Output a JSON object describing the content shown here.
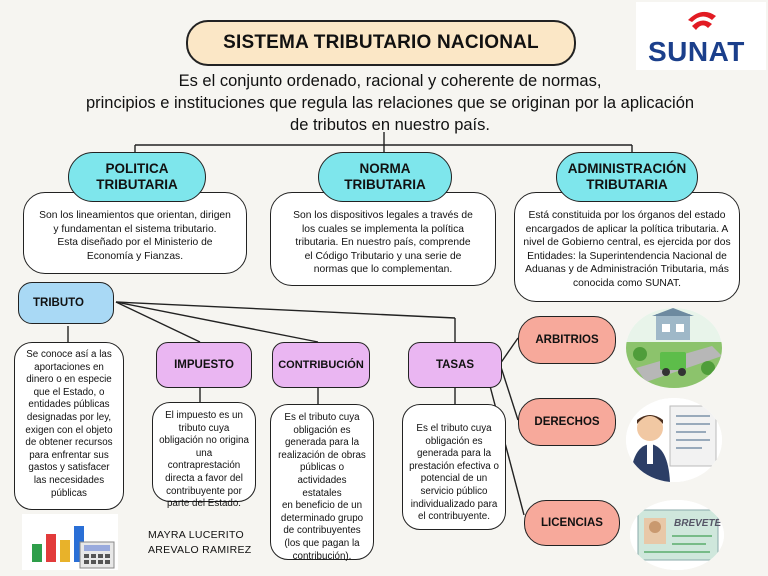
{
  "title": "SISTEMA TRIBUTARIO NACIONAL",
  "logo_text": "SUNAT",
  "intro": [
    "Es el conjunto ordenado, racional y coherente de normas,",
    "principios e instituciones que regula las relaciones que se originan por la aplicación",
    "de tributos en nuestro país."
  ],
  "branches": [
    {
      "label": [
        "POLITICA",
        "TRIBUTARIA"
      ],
      "desc": [
        "Son los lineamientos que orientan, dirigen",
        "y fundamentan el sistema tributario.",
        "Esta diseñado por el Ministerio de",
        "Economía y Fianzas."
      ]
    },
    {
      "label": [
        "NORMA",
        "TRIBUTARIA"
      ],
      "desc": [
        "Son los dispositivos legales a través de",
        "los cuales se implementa la política",
        "tributaria. En nuestro país, comprende",
        "el Código Tributario y una serie de",
        "normas que lo complementan."
      ]
    },
    {
      "label": [
        "ADMINISTRACIÓN",
        "TRIBUTARIA"
      ],
      "desc": [
        "Está constituida por los órganos del estado",
        "encargados de aplicar la política tributaria. A",
        "nivel de Gobierno central, es ejercida por dos",
        "Entidades: la Superintendencia Nacional de",
        "Aduanas y de Administración Tributaria, más",
        "conocida como SUNAT."
      ]
    }
  ],
  "tributo": {
    "label": "TRIBUTO",
    "desc": [
      "Se conoce así a las",
      "aportaciones en",
      "dinero o en especie",
      "que el Estado, o",
      "entidades públicas",
      "designadas por ley,",
      "exigen con el objeto",
      "de obtener recursos",
      "para enfrentar sus",
      "gastos y satisfacer",
      "las necesidades",
      "públicas"
    ]
  },
  "types": [
    {
      "label": "IMPUESTO",
      "desc": [
        "El impuesto es un",
        "tributo cuya",
        "obligación no origina",
        "una contraprestación",
        "directa a favor del",
        "contribuyente por",
        "parte del Estado."
      ]
    },
    {
      "label": "CONTRIBUCIÓN",
      "desc": [
        "Es el tributo cuya",
        "obligación es",
        "generada para la",
        "realización de obras",
        "públicas o",
        "actividades estatales",
        "en beneficio de un",
        "determinado grupo",
        "de contribuyentes",
        "(los que pagan la",
        "contribución)."
      ]
    },
    {
      "label": "TASAS",
      "desc": [
        "Es el tributo cuya",
        "obligación es",
        "generada para la",
        "prestación efectiva o",
        "potencial de un",
        "servicio público",
        "individualizado para",
        "el contribuyente."
      ]
    }
  ],
  "tasas_types": [
    "ARBITRIOS",
    "DERECHOS",
    "LICENCIAS"
  ],
  "license_text": "BREVETE",
  "author": [
    "MAYRA LUCERITO",
    "AREVALO RAMIREZ"
  ]
}
